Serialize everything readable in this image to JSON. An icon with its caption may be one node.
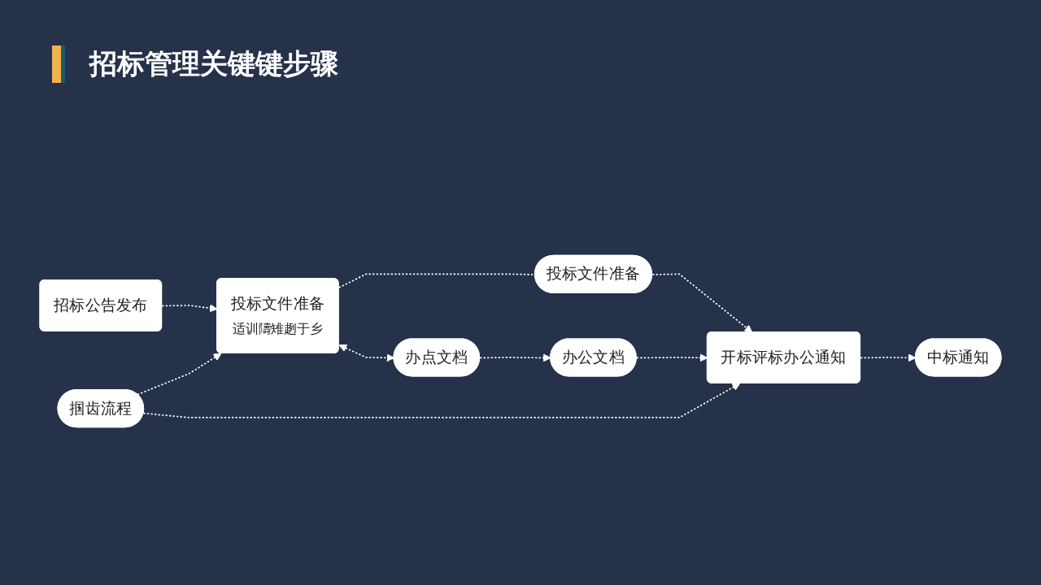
{
  "diagram": {
    "title": "招标管理关键键步骤",
    "nodes": [
      {
        "text": [
          "招标公告发布"
        ]
      },
      {
        "text": [
          "投标文件准备",
          "适训隯雉趔于乡"
        ]
      },
      {
        "text": [
          "掴齿流程"
        ]
      },
      {
        "text": [
          "投标文件准备"
        ]
      },
      {
        "text": [
          "开标评标办公通知"
        ]
      },
      {
        "text": [
          "中标通知"
        ]
      },
      {
        "text": [
          "办点文档"
        ]
      },
      {
        "text": [
          "办公文档"
        ]
      }
    ],
    "edges": [
      {
        "from": 0,
        "to": 1,
        "arrow": "to",
        "style": "dashed"
      },
      {
        "from": 1,
        "to": 3,
        "arrow": "none",
        "style": "dashed"
      },
      {
        "from": 3,
        "to": 4,
        "arrow": "to",
        "style": "dashed"
      },
      {
        "from": 4,
        "to": 5,
        "arrow": "to",
        "style": "dashed"
      },
      {
        "from": 2,
        "to": 1,
        "arrow": "to",
        "style": "dashed"
      },
      {
        "from": 2,
        "to": 4,
        "arrow": "to",
        "style": "dashed"
      },
      {
        "from": 1,
        "to": 6,
        "arrow": "both",
        "style": "dashed"
      },
      {
        "from": 6,
        "to": 7,
        "arrow": "to",
        "style": "dashed"
      },
      {
        "from": 7,
        "to": 4,
        "arrow": "to",
        "style": "dashed"
      }
    ]
  }
}
